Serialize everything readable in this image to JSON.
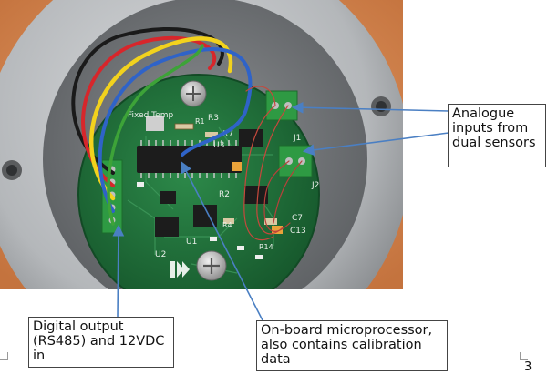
{
  "annotations": {
    "analogue": {
      "lines": [
        "Analogue",
        "inputs from",
        "dual sensors"
      ]
    },
    "digital": {
      "lines": [
        "Digital output",
        "(RS485) and 12VDC",
        "in"
      ]
    },
    "micro": {
      "lines": [
        "On-board microprocessor,",
        "also contains calibration",
        "data"
      ]
    }
  },
  "board": {
    "silkscreen": [
      "Fixed Temp",
      "R3",
      "R1",
      "R2",
      "R7",
      "R4",
      "J1",
      "J2",
      "U1",
      "U2",
      "U3",
      "C7",
      "C13",
      "R14"
    ]
  },
  "page_number": "3",
  "colors": {
    "background_orange": "#d98a52",
    "enclosure_gray": "#b7b9bc",
    "pcb_green": "#1f6e3a",
    "terminal_green": "#2e9a43",
    "arrow_blue": "#4a7fc3",
    "wire_red": "#d7262b",
    "wire_yellow": "#f2d21d",
    "wire_blue": "#2f63c8",
    "wire_green": "#3da338"
  }
}
